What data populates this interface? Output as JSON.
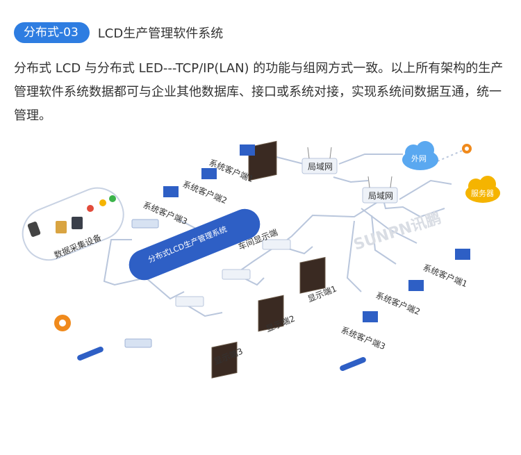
{
  "header": {
    "tag": "分布式-03",
    "title": "LCD生产管理软件系统"
  },
  "description": "分布式 LCD 与分布式 LED---TCP/IP(LAN) 的功能与组网方式一致。以上所有架构的生产管理软件系统数据都可与企业其他数据库、接口或系统对接，实现系统间数据互通，统一管理。",
  "diagram": {
    "central_system": "分布式LCD生产管理系统",
    "data_devices": "数据采集设备",
    "routers": [
      "局域网",
      "局域网"
    ],
    "cloud": "外网",
    "server": "服务器",
    "workshop_display": "车间显示端",
    "displays": [
      "显示端1",
      "显示端2",
      "显示端3"
    ],
    "clients_left": [
      "系统客户端1",
      "系统客户端2",
      "系统客户端3"
    ],
    "clients_right": [
      "系统客户端1",
      "系统客户端2",
      "系统客户端3"
    ],
    "watermark": "SUNPN讯鹏",
    "colors": {
      "accent": "#2e7de1",
      "line": "#b9c6dc",
      "cloud": "#5aa8f0",
      "server": "#f5b400",
      "gear": "#f08a1c"
    }
  }
}
